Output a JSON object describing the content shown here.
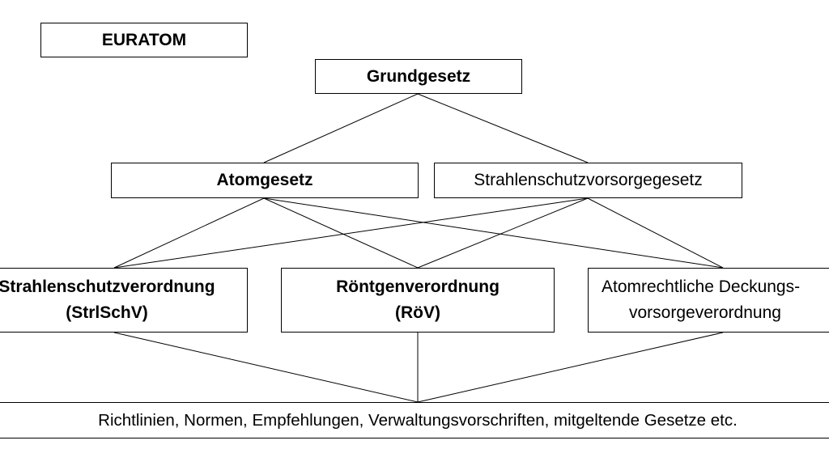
{
  "nodes": {
    "euratom": {
      "label": "EURATOM"
    },
    "grundgesetz": {
      "label": "Grundgesetz"
    },
    "atomgesetz": {
      "label": "Atomgesetz"
    },
    "strahlenschutzvorsorgegesetz": {
      "label": "Strahlenschutzvorsorgegesetz"
    },
    "strlschv": {
      "line1": "Strahlenschutzverordnung",
      "line2": "(StrlSchV)"
    },
    "roev": {
      "line1": "Röntgenverordnung",
      "line2": "(RöV)"
    },
    "atomrechtliche": {
      "line1": "Atomrechtliche Deckungs-",
      "line2": "vorsorgeverordnung"
    },
    "richtlinien": {
      "label": "Richtlinien, Normen, Empfehlungen, Verwaltungsvorschriften, mitgeltende Gesetze etc."
    }
  },
  "edges": [
    {
      "from": "grundgesetz",
      "to": "atomgesetz"
    },
    {
      "from": "grundgesetz",
      "to": "strahlenschutzvorsorgegesetz"
    },
    {
      "from": "atomgesetz",
      "to": "strlschv"
    },
    {
      "from": "atomgesetz",
      "to": "roev"
    },
    {
      "from": "atomgesetz",
      "to": "atomrechtliche"
    },
    {
      "from": "strahlenschutzvorsorgegesetz",
      "to": "strlschv"
    },
    {
      "from": "strahlenschutzvorsorgegesetz",
      "to": "roev"
    },
    {
      "from": "strahlenschutzvorsorgegesetz",
      "to": "atomrechtliche"
    },
    {
      "from": "strlschv",
      "to": "richtlinien"
    },
    {
      "from": "roev",
      "to": "richtlinien"
    },
    {
      "from": "atomrechtliche",
      "to": "richtlinien"
    }
  ],
  "colors": {
    "line": "#000000",
    "box_border": "#000000",
    "background": "#ffffff",
    "text": "#000000"
  }
}
